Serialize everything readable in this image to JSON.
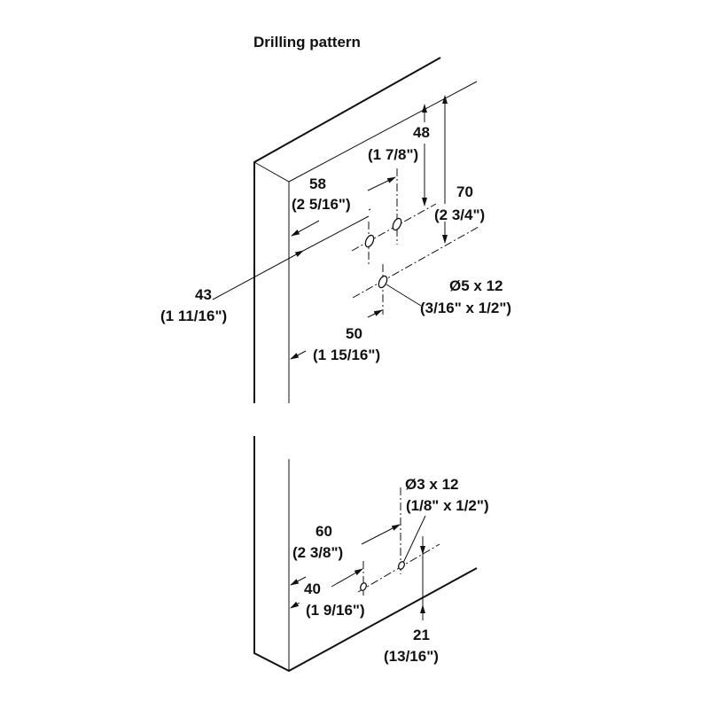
{
  "title": "Drilling pattern",
  "upper": {
    "dim_58": {
      "mm": "58",
      "in": "(2 5/16\")"
    },
    "dim_48": {
      "mm": "48",
      "in": "(1 7/8\")"
    },
    "dim_70": {
      "mm": "70",
      "in": "(2 3/4\")"
    },
    "dim_43": {
      "mm": "43",
      "in": "(1 11/16\")"
    },
    "dim_50": {
      "mm": "50",
      "in": "(1 15/16\")"
    },
    "hole": {
      "mm": "Ø5 x 12",
      "in": "(3/16\" x 1/2\")"
    }
  },
  "lower": {
    "hole": {
      "mm": "Ø3 x 12",
      "in": "(1/8\" x 1/2\")"
    },
    "dim_60": {
      "mm": "60",
      "in": "(2 3/8\")"
    },
    "dim_40": {
      "mm": "40",
      "in": "(1 9/16\")"
    },
    "dim_21": {
      "mm": "21",
      "in": "(13/16\")"
    }
  }
}
